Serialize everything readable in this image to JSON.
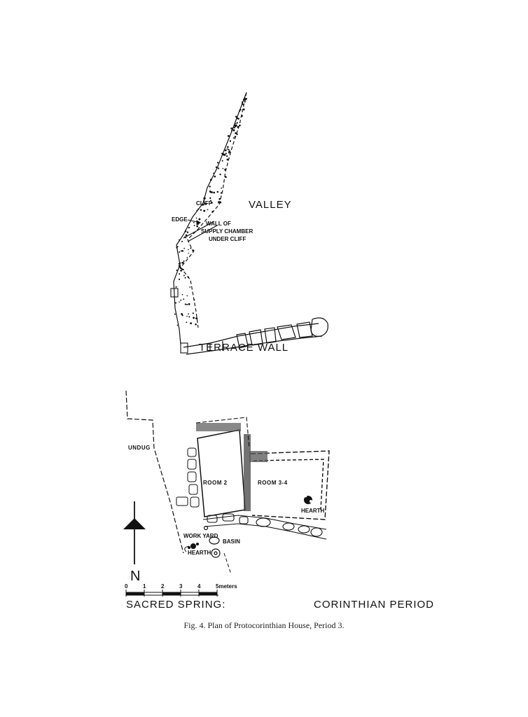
{
  "labels": {
    "valley": "VALLEY",
    "cliff": "CLIFF",
    "edge": "EDGE",
    "wall_of": "WALL   OF",
    "supply_chamber": "SUPPLY CHAMBER",
    "under_cliff": "UNDER CLIFF",
    "terrace_wall": "TERRACE  WALL",
    "undug": "UNDUG",
    "room2": "ROOM 2",
    "room34": "ROOM 3-4",
    "hearth_room": "HEARTH",
    "work_yard": "WORK YARD",
    "basin": "BASIN",
    "hearth_yard": "HEARTH",
    "north": "N",
    "sacred_spring": "SACRED  SPRING:",
    "period": "CORINTHIAN  PERIOD"
  },
  "scale": {
    "ticks": [
      "0",
      "1",
      "2",
      "3",
      "4",
      "5meters"
    ]
  },
  "caption": "Fig. 4.  Plan of Protocorinthian House, Period 3."
}
